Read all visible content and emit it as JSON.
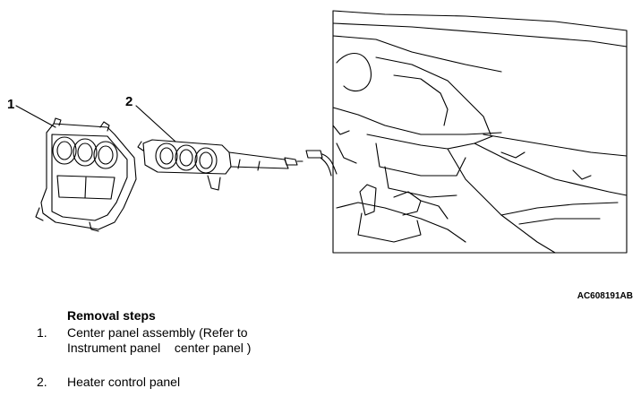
{
  "callouts": {
    "c1": "1",
    "c2": "2"
  },
  "figure_id": "AC608191AB",
  "removal": {
    "title": "Removal steps",
    "steps": [
      {
        "num": "1.",
        "line1": "Center panel assembly (Refer to",
        "line2": "Instrument panel    center panel )"
      },
      {
        "num": "2.",
        "line1": "Heater control panel",
        "line2": ""
      }
    ]
  }
}
